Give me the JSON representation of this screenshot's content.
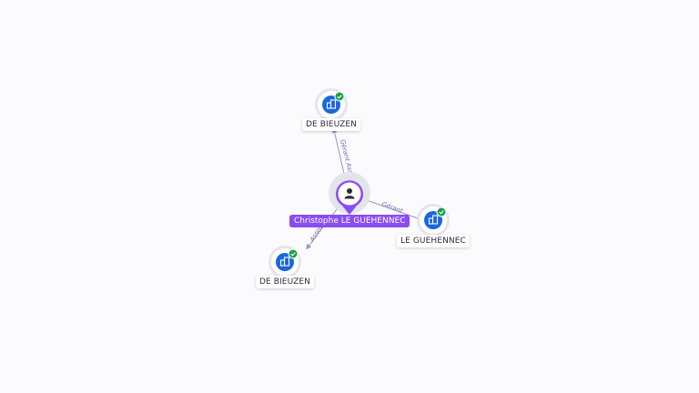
{
  "colors": {
    "accent": "#8a4cf0",
    "company_blue": "#1a66e0",
    "verified_green": "#1e9e4a",
    "edge": "#9a95c8"
  },
  "center": {
    "label": "Christophe LE GUEHENNEC",
    "icon": "person-icon"
  },
  "companies": [
    {
      "label": "DE BIEUZEN",
      "icon": "building-icon",
      "badge": "check-icon",
      "edge_label": "Gérant Associé"
    },
    {
      "label": "LE GUEHENNEC",
      "icon": "building-icon",
      "badge": "check-icon",
      "edge_label": "Gérant"
    },
    {
      "label": "DE BIEUZEN",
      "icon": "building-icon",
      "badge": "check-icon",
      "edge_label": "Associé"
    }
  ]
}
